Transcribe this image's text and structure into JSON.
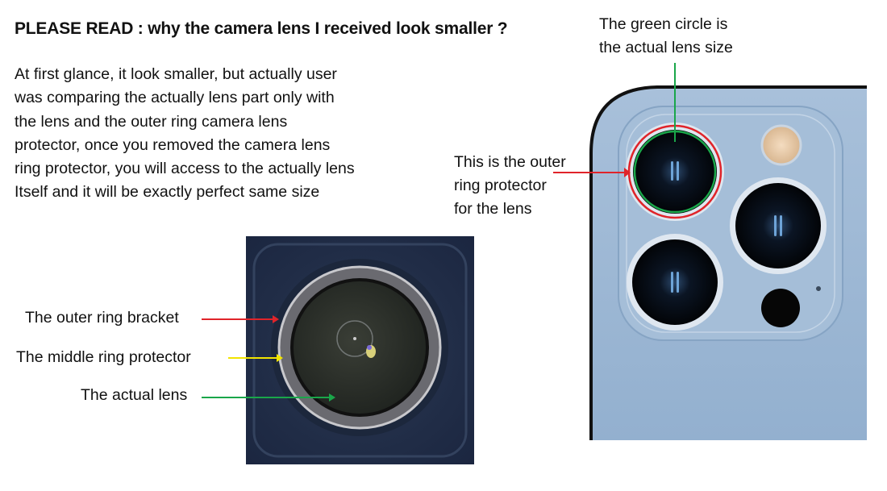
{
  "title": "PLEASE READ : why the camera lens I received look smaller ?",
  "explanation": {
    "lines": [
      "At first glance, it look smaller, but actually user",
      "was comparing the actually lens part only with",
      "the lens and the outer ring camera lens",
      "protector, once you removed the camera lens",
      "ring protector, you will access to the actually lens",
      "Itself and it will be exactly perfect same size"
    ]
  },
  "phone_callouts": {
    "green_circle": [
      "The green circle is",
      "the actual lens size"
    ],
    "outer_ring": [
      "This is the outer",
      "ring protector",
      "for the lens"
    ]
  },
  "closeup_labels": {
    "outer_ring_bracket": "The outer ring bracket",
    "middle_ring_protector": "The middle ring protector",
    "actual_lens": "The actual lens"
  },
  "colors": {
    "red_arrow": "#e0242a",
    "yellow_arrow": "#f2e400",
    "green_arrow": "#1aa64a",
    "phone_body": "#9db7d3",
    "closeup_bg": "#23304a"
  }
}
